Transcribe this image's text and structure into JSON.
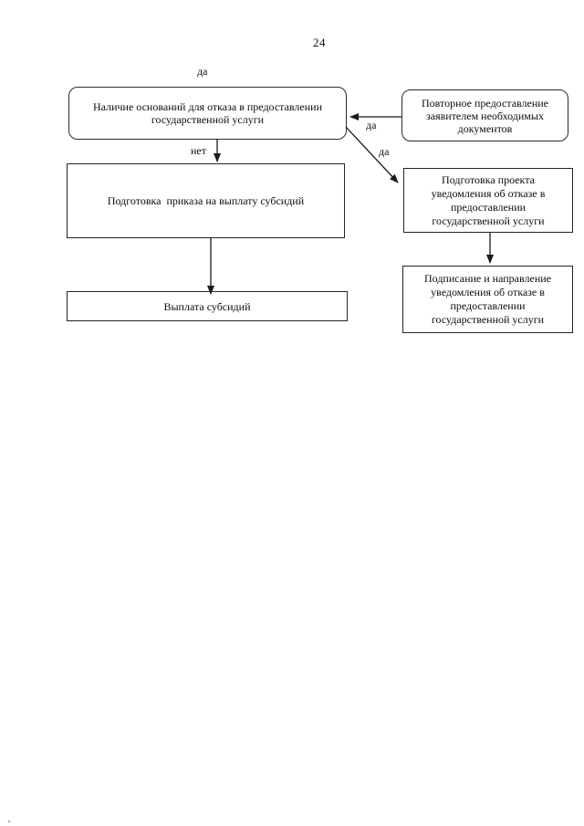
{
  "page": {
    "number": "24"
  },
  "flowchart": {
    "nodes": {
      "refusal_grounds": {
        "text": "Наличие оснований для отказа в предоставлении\nгосударственной услуги"
      },
      "resubmission": {
        "text": "Повторное предоставление\nзаявителем необходимых\nдокументов"
      },
      "order_preparation": {
        "text": "Подготовка  приказа на выплату субсидий"
      },
      "subsidy_payment": {
        "text": "Выплата субсидий"
      },
      "draft_refusal_notice": {
        "text": "Подготовка проекта\nуведомления об отказе в\nпредоставлении\nгосударственной услуги"
      },
      "sign_refusal_notice": {
        "text": "Подписание и направление\nуведомления об отказе в\nпредоставлении\nгосударственной услуги"
      }
    },
    "labels": {
      "yes_top": "да",
      "yes_resubmission": "да",
      "yes_refusal": "да",
      "no": "нет"
    },
    "colors": {
      "line": "#1a1a1a",
      "text": "#0d0d0d",
      "background": "#ffffff"
    }
  }
}
